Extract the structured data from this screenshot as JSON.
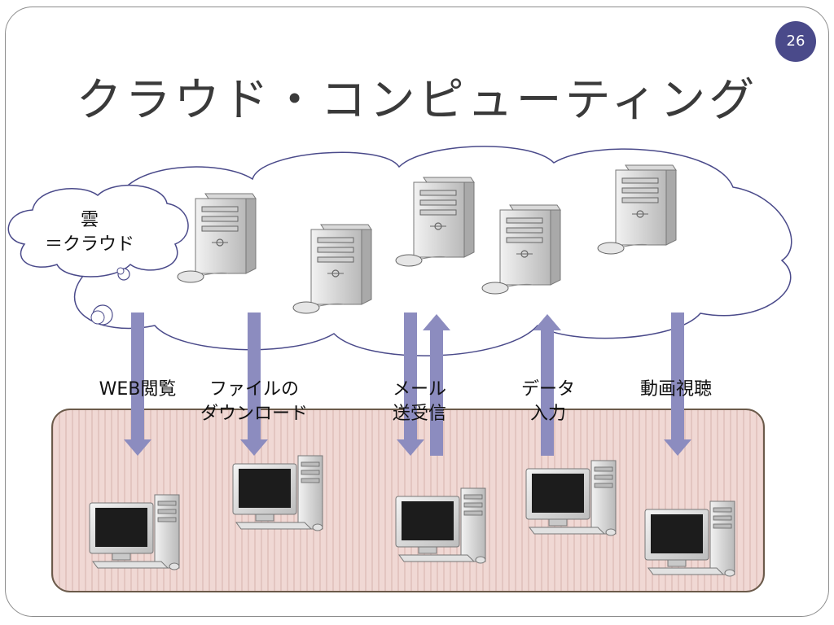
{
  "slide": {
    "page_number": "26",
    "title": "クラウド・コンピューティング"
  },
  "speech": {
    "line1": "雲",
    "line2": "＝クラウド"
  },
  "labels": {
    "web": "WEB閲覧",
    "download_1": "ファイルの",
    "download_2": "ダウンロード",
    "mail_1": "メール",
    "mail_2": "送受信",
    "data_1": "データ",
    "data_2": "入力",
    "video": "動画視聴"
  },
  "colors": {
    "arrow": "#8c8cbf",
    "cloud_stroke": "#4a4a8a",
    "network_fill": "#f0d8d4",
    "network_stripe": "#e3c5c0",
    "network_stroke": "#6b5a4a",
    "badge": "#4a4a8a"
  }
}
